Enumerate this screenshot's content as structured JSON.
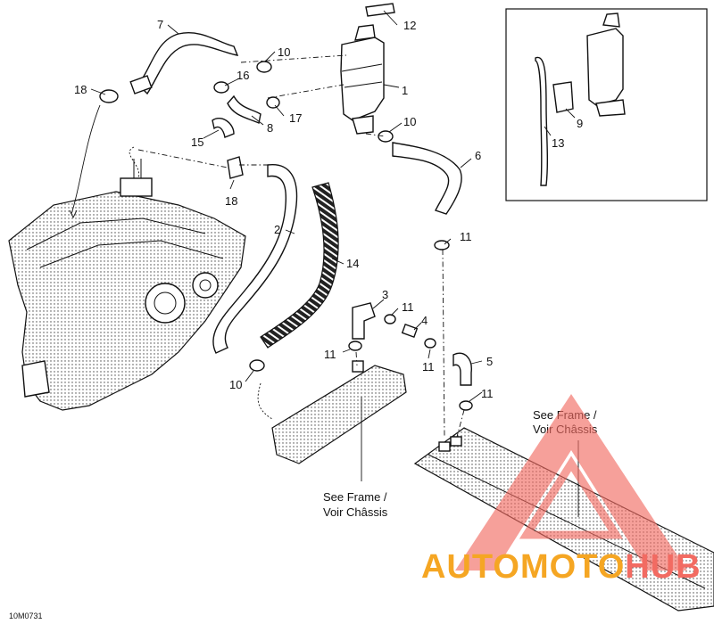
{
  "diagram": {
    "drawing_code": "10M0731",
    "frame_note_lines": [
      "See Frame /",
      "Voir Châssis"
    ],
    "callouts": {
      "c1": "1",
      "c2": "2",
      "c3": "3",
      "c4": "4",
      "c5": "5",
      "c6": "6",
      "c7": "7",
      "c8": "8",
      "c9": "9",
      "c10a": "10",
      "c10b": "10",
      "c10c": "10",
      "c11a": "11",
      "c11b": "11",
      "c11c": "11",
      "c11d": "11",
      "c11e": "11",
      "c12": "12",
      "c13": "13",
      "c14": "14",
      "c15": "15",
      "c16": "16",
      "c17": "17",
      "c18a": "18",
      "c18b": "18"
    }
  },
  "watermark": {
    "text_dark": "AUTOMOTO",
    "text_accent": "HUB",
    "color_primary": "#f26b62",
    "color_accent": "#f5a623"
  }
}
